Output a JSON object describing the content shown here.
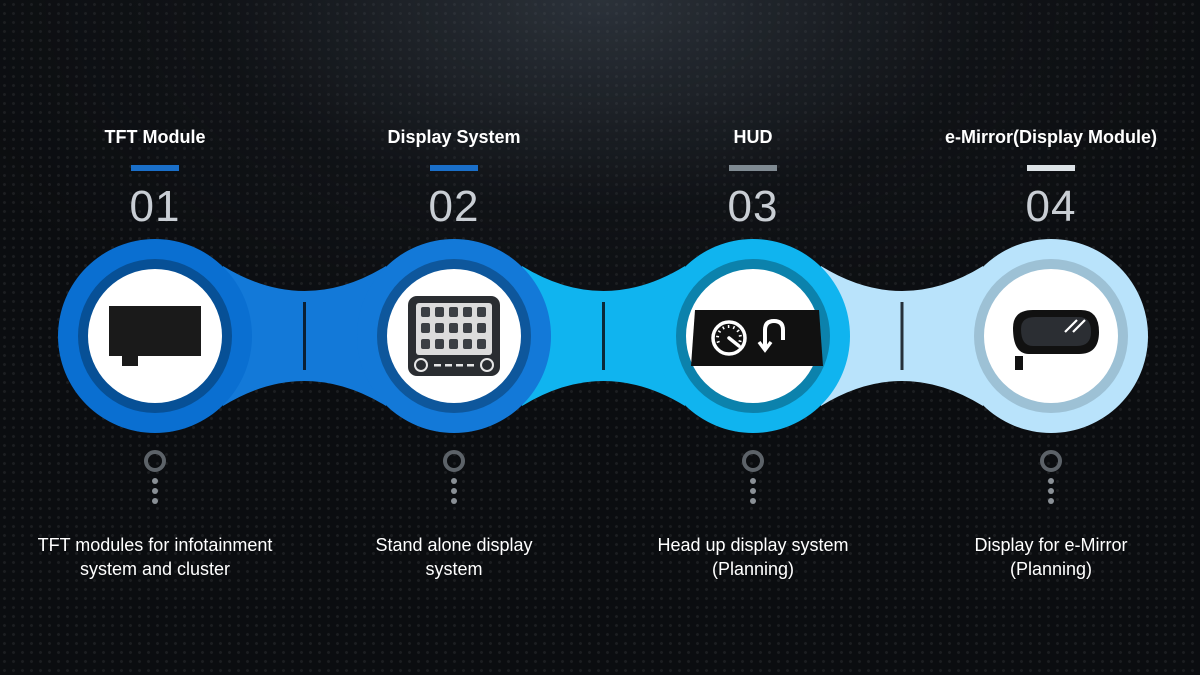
{
  "steps": [
    {
      "title": "TFT Module",
      "number": "01",
      "desc": "TFT modules for infotainment\nsystem and cluster",
      "icon": "tft-module-icon",
      "color": "#0a6fd1",
      "bar_color": "#1a6fc9"
    },
    {
      "title": "Display System",
      "number": "02",
      "desc": "Stand alone display\nsystem",
      "icon": "display-system-icon",
      "color": "#1379d8",
      "bar_color": "#1a6fc9"
    },
    {
      "title": "HUD",
      "number": "03",
      "desc": "Head up display system\n(Planning)",
      "icon": "hud-icon",
      "color": "#10b4ef",
      "bar_color": "#7f8a92"
    },
    {
      "title": "e-Mirror(Display Module)",
      "number": "04",
      "desc": "Display for e-Mirror\n(Planning)",
      "icon": "e-mirror-icon",
      "color": "#b9e3fb",
      "bar_color": "#dce2e6"
    }
  ]
}
